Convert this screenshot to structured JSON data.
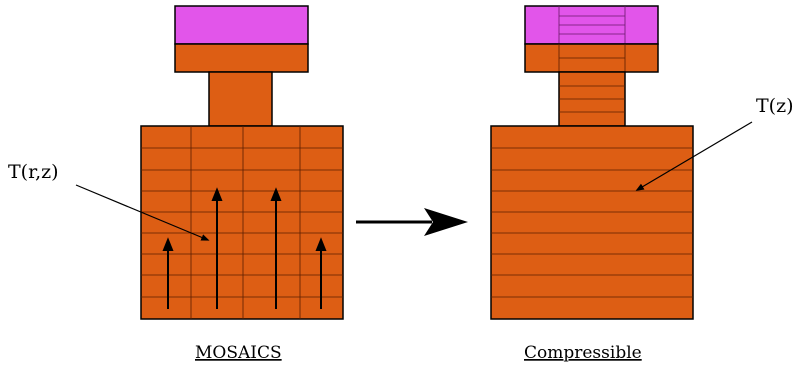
{
  "colors": {
    "body": "#dd5e14",
    "cap": "#e255ea",
    "outline": "#000000",
    "arrow": "#000000"
  },
  "left": {
    "caption": "MOSAICS",
    "field_label": "T(r,z)"
  },
  "right": {
    "caption": "Compressible",
    "field_label": "T(z)"
  }
}
